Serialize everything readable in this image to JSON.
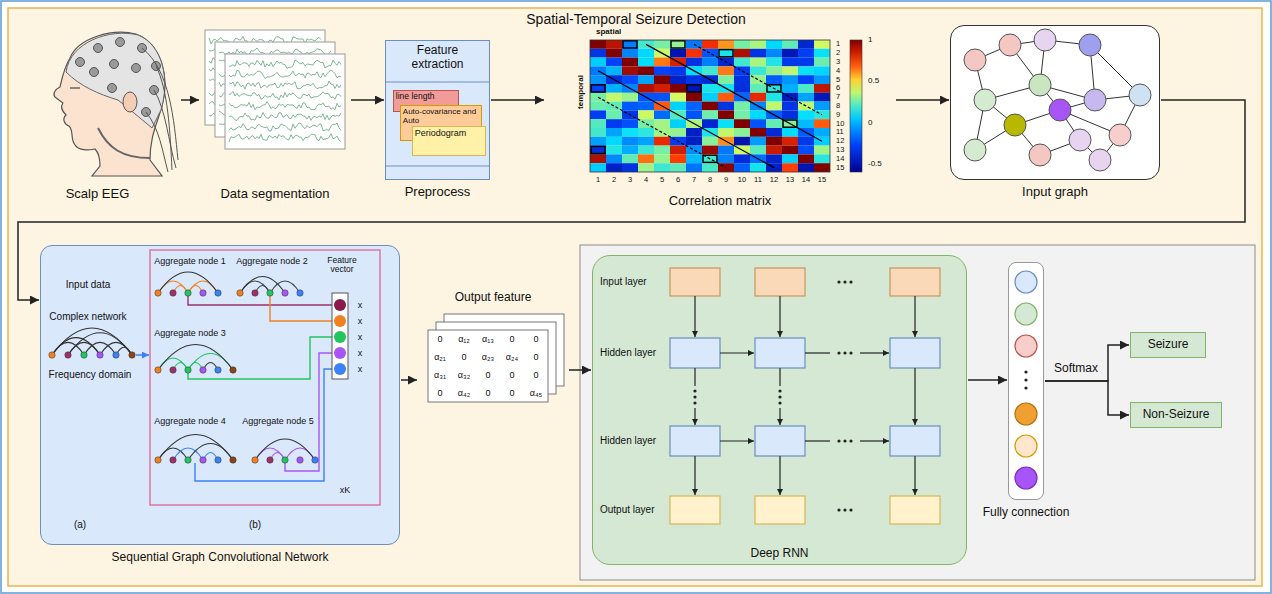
{
  "diagram": {
    "title": "Spatial-Temporal Seizure Detection",
    "nodes": [
      {
        "text": [
          "Scalp EEG"
        ]
      },
      {
        "text": [
          "Data segmentation"
        ]
      },
      {
        "text": [
          "Feature extraction",
          "Preprocess"
        ]
      },
      {
        "text": [
          "line length"
        ],
        "in": 2
      },
      {
        "text": [
          "Auto-covariance and Auto"
        ],
        "in": 2
      },
      {
        "text": [
          "Periodogram"
        ],
        "in": 2
      },
      {
        "text": [
          "Correlation matrix"
        ]
      },
      {
        "text": [
          "Input graph"
        ]
      },
      {
        "text": [
          "Sequential Graph Convolutional Network"
        ]
      },
      {
        "text": [
          "Output feature"
        ]
      },
      {
        "text": [
          "Deep RNN"
        ]
      },
      {
        "text": [
          "Fully connection"
        ]
      },
      {
        "text": [
          "Seizure"
        ]
      },
      {
        "text": [
          "Non-Seizure"
        ]
      }
    ],
    "edges": [
      {
        "from": 0,
        "to": 1,
        "arrow": "to"
      },
      {
        "from": 1,
        "to": 2,
        "arrow": "to"
      },
      {
        "from": 2,
        "to": 6,
        "arrow": "to"
      },
      {
        "from": 6,
        "to": 7,
        "arrow": "to"
      },
      {
        "from": 7,
        "to": 8,
        "arrow": "to"
      },
      {
        "from": 8,
        "to": 9,
        "arrow": "to"
      },
      {
        "from": 9,
        "to": 10,
        "arrow": "to"
      },
      {
        "from": 10,
        "to": 11,
        "arrow": "to"
      },
      {
        "from": 11,
        "to": 12,
        "label": "Softmax",
        "arrow": "to"
      },
      {
        "from": 11,
        "to": 13,
        "arrow": "to"
      }
    ],
    "labels": [
      "spatial",
      "temporal",
      "1",
      "2",
      "3",
      "4",
      "5",
      "6",
      "7",
      "8",
      "9",
      "10",
      "11",
      "12",
      "13",
      "14",
      "15",
      "1",
      "2",
      "3",
      "4",
      "5",
      "6",
      "7",
      "8",
      "9",
      "10",
      "11",
      "12",
      "13",
      "14",
      "15",
      "1",
      "0.5",
      "0",
      "-0.5",
      "Input data",
      "Complex network",
      "Frequency domain",
      "(a)",
      "(b)",
      "Aggregate node 1",
      "Aggregate node 2",
      "Aggregate node 3",
      "Aggregate node 4",
      "Aggregate node 5",
      "Feature vector",
      "x",
      "x",
      "x",
      "x",
      "x",
      "xK",
      "0",
      "α₁₂",
      "α₁₃",
      "0",
      "0",
      "α₂₁",
      "0",
      "α₂₃",
      "α₂₄",
      "0",
      "α₃₁",
      "α₃₂",
      "0",
      "0",
      "0",
      "0",
      "α₄₂",
      "0",
      "0",
      "α₄₅",
      "Input layer",
      "Hidden layer",
      "Hidden layer",
      "Output layer"
    ]
  }
}
